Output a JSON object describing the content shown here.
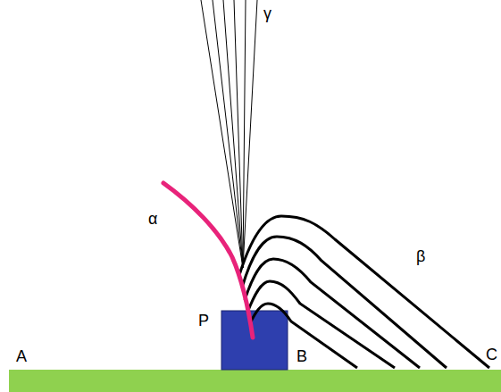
{
  "diagram": {
    "labels": [
      "γ",
      "α",
      "β",
      "P",
      "A",
      "B",
      "C"
    ]
  }
}
